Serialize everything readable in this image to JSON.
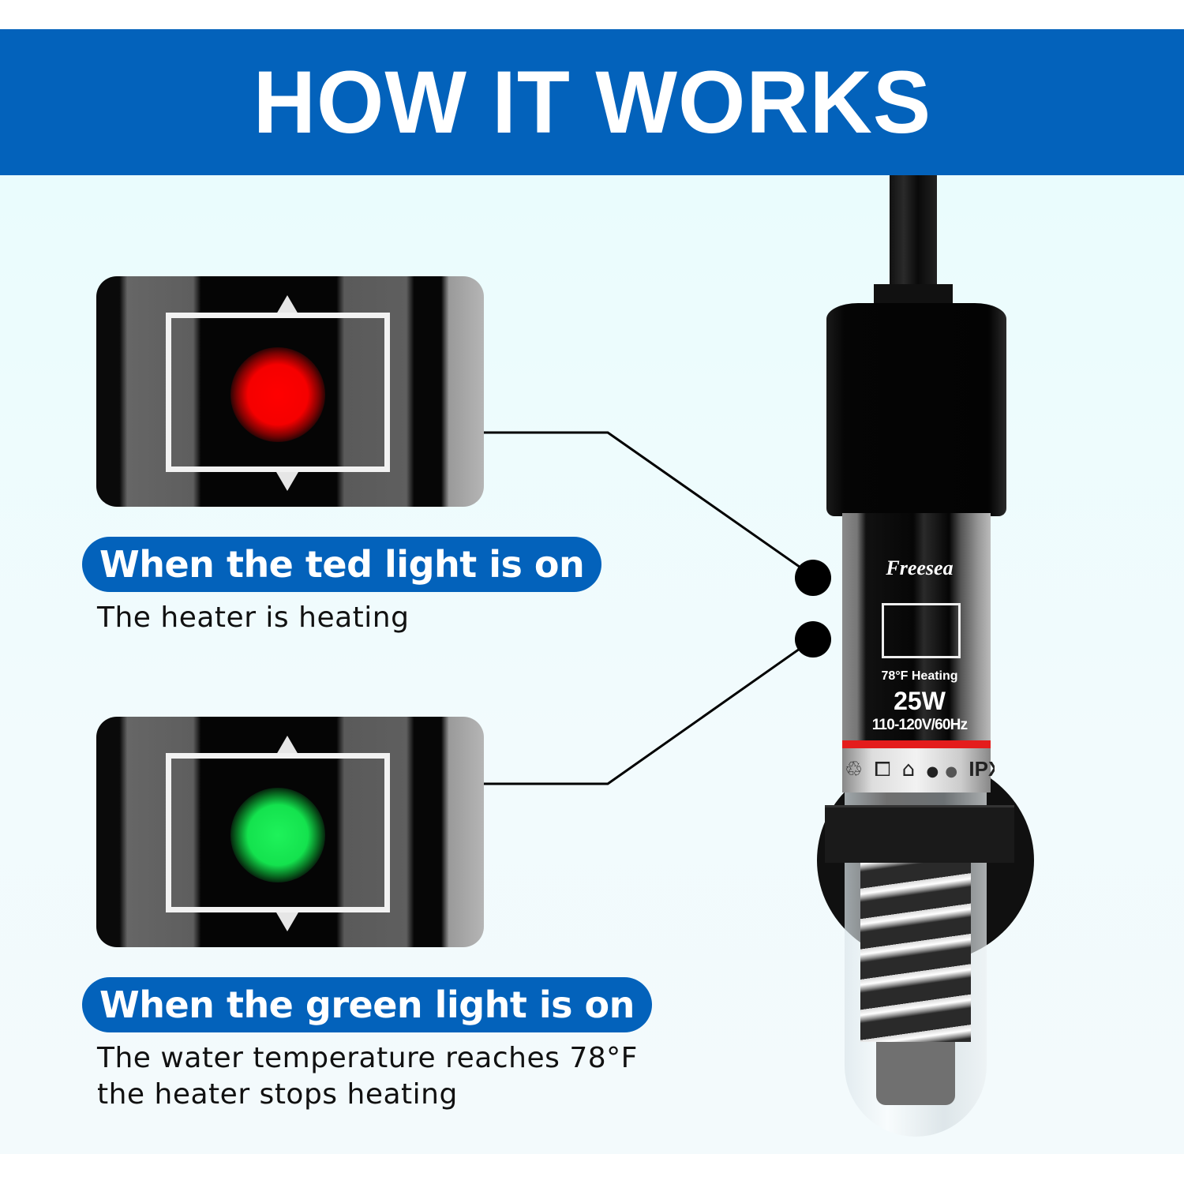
{
  "banner": {
    "title": "HOW IT WORKS",
    "color": "#0362bb"
  },
  "states": [
    {
      "id": "red",
      "led_color": "#ff0000",
      "headline": "When the ted light is on",
      "description_lines": [
        "The heater is heating"
      ]
    },
    {
      "id": "green",
      "led_color": "#1ef25a",
      "headline": "When the green light is on",
      "description_lines": [
        "The water temperature reaches 78°F",
        "the heater stops heating"
      ]
    }
  ],
  "product": {
    "brand": "Freesea",
    "temperature_label": "78°F Heating",
    "wattage": "25W",
    "voltage": "110-120V/60Hz",
    "rating_icons": [
      "recycle-icon",
      "double-insulation-icon",
      "indoor-use-icon",
      "water-drop-icon",
      "water-drop-icon"
    ],
    "rating_icon_glyphs": [
      "♲",
      "⧠",
      "⌂",
      "●",
      "●"
    ],
    "ip_rating": "IPX"
  }
}
